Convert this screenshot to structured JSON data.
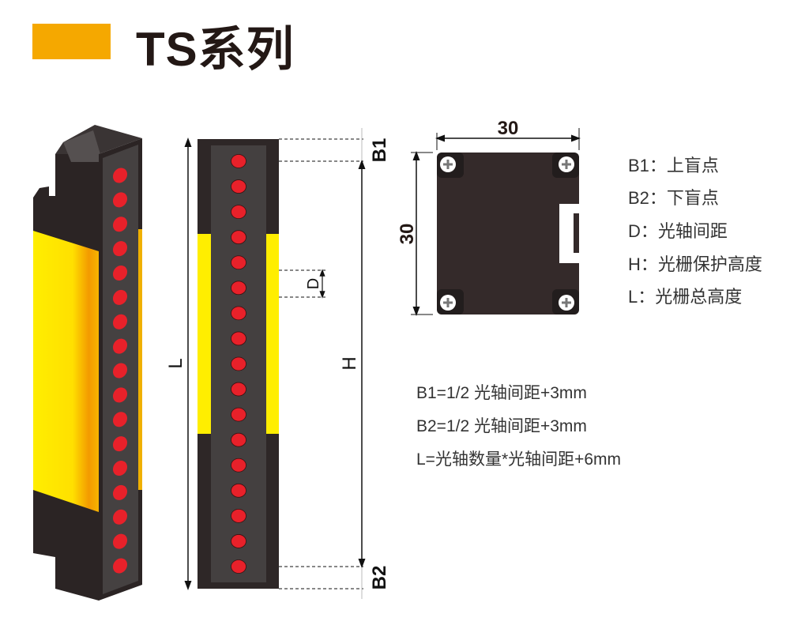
{
  "header": {
    "title": "TS系列",
    "accent_color": "#f5a800"
  },
  "drawing": {
    "led_count": 17,
    "colors": {
      "body": "#2e2727",
      "panel": "#444040",
      "yellow": "#ffee00",
      "led": "#e8212a",
      "orange": "#f08c00"
    },
    "labels": {
      "L": "L",
      "H": "H",
      "D": "D",
      "B1": "B1",
      "B2": "B2"
    },
    "side_view": {
      "width_label": "30",
      "height_label": "30"
    }
  },
  "legend": [
    "B1：上盲点",
    "B2：下盲点",
    "D：光轴间距",
    "H：光栅保护高度",
    "L：光栅总高度"
  ],
  "formulas": [
    "B1=1/2 光轴间距+3mm",
    "B2=1/2 光轴间距+3mm",
    "L=光轴数量*光轴间距+6mm"
  ]
}
